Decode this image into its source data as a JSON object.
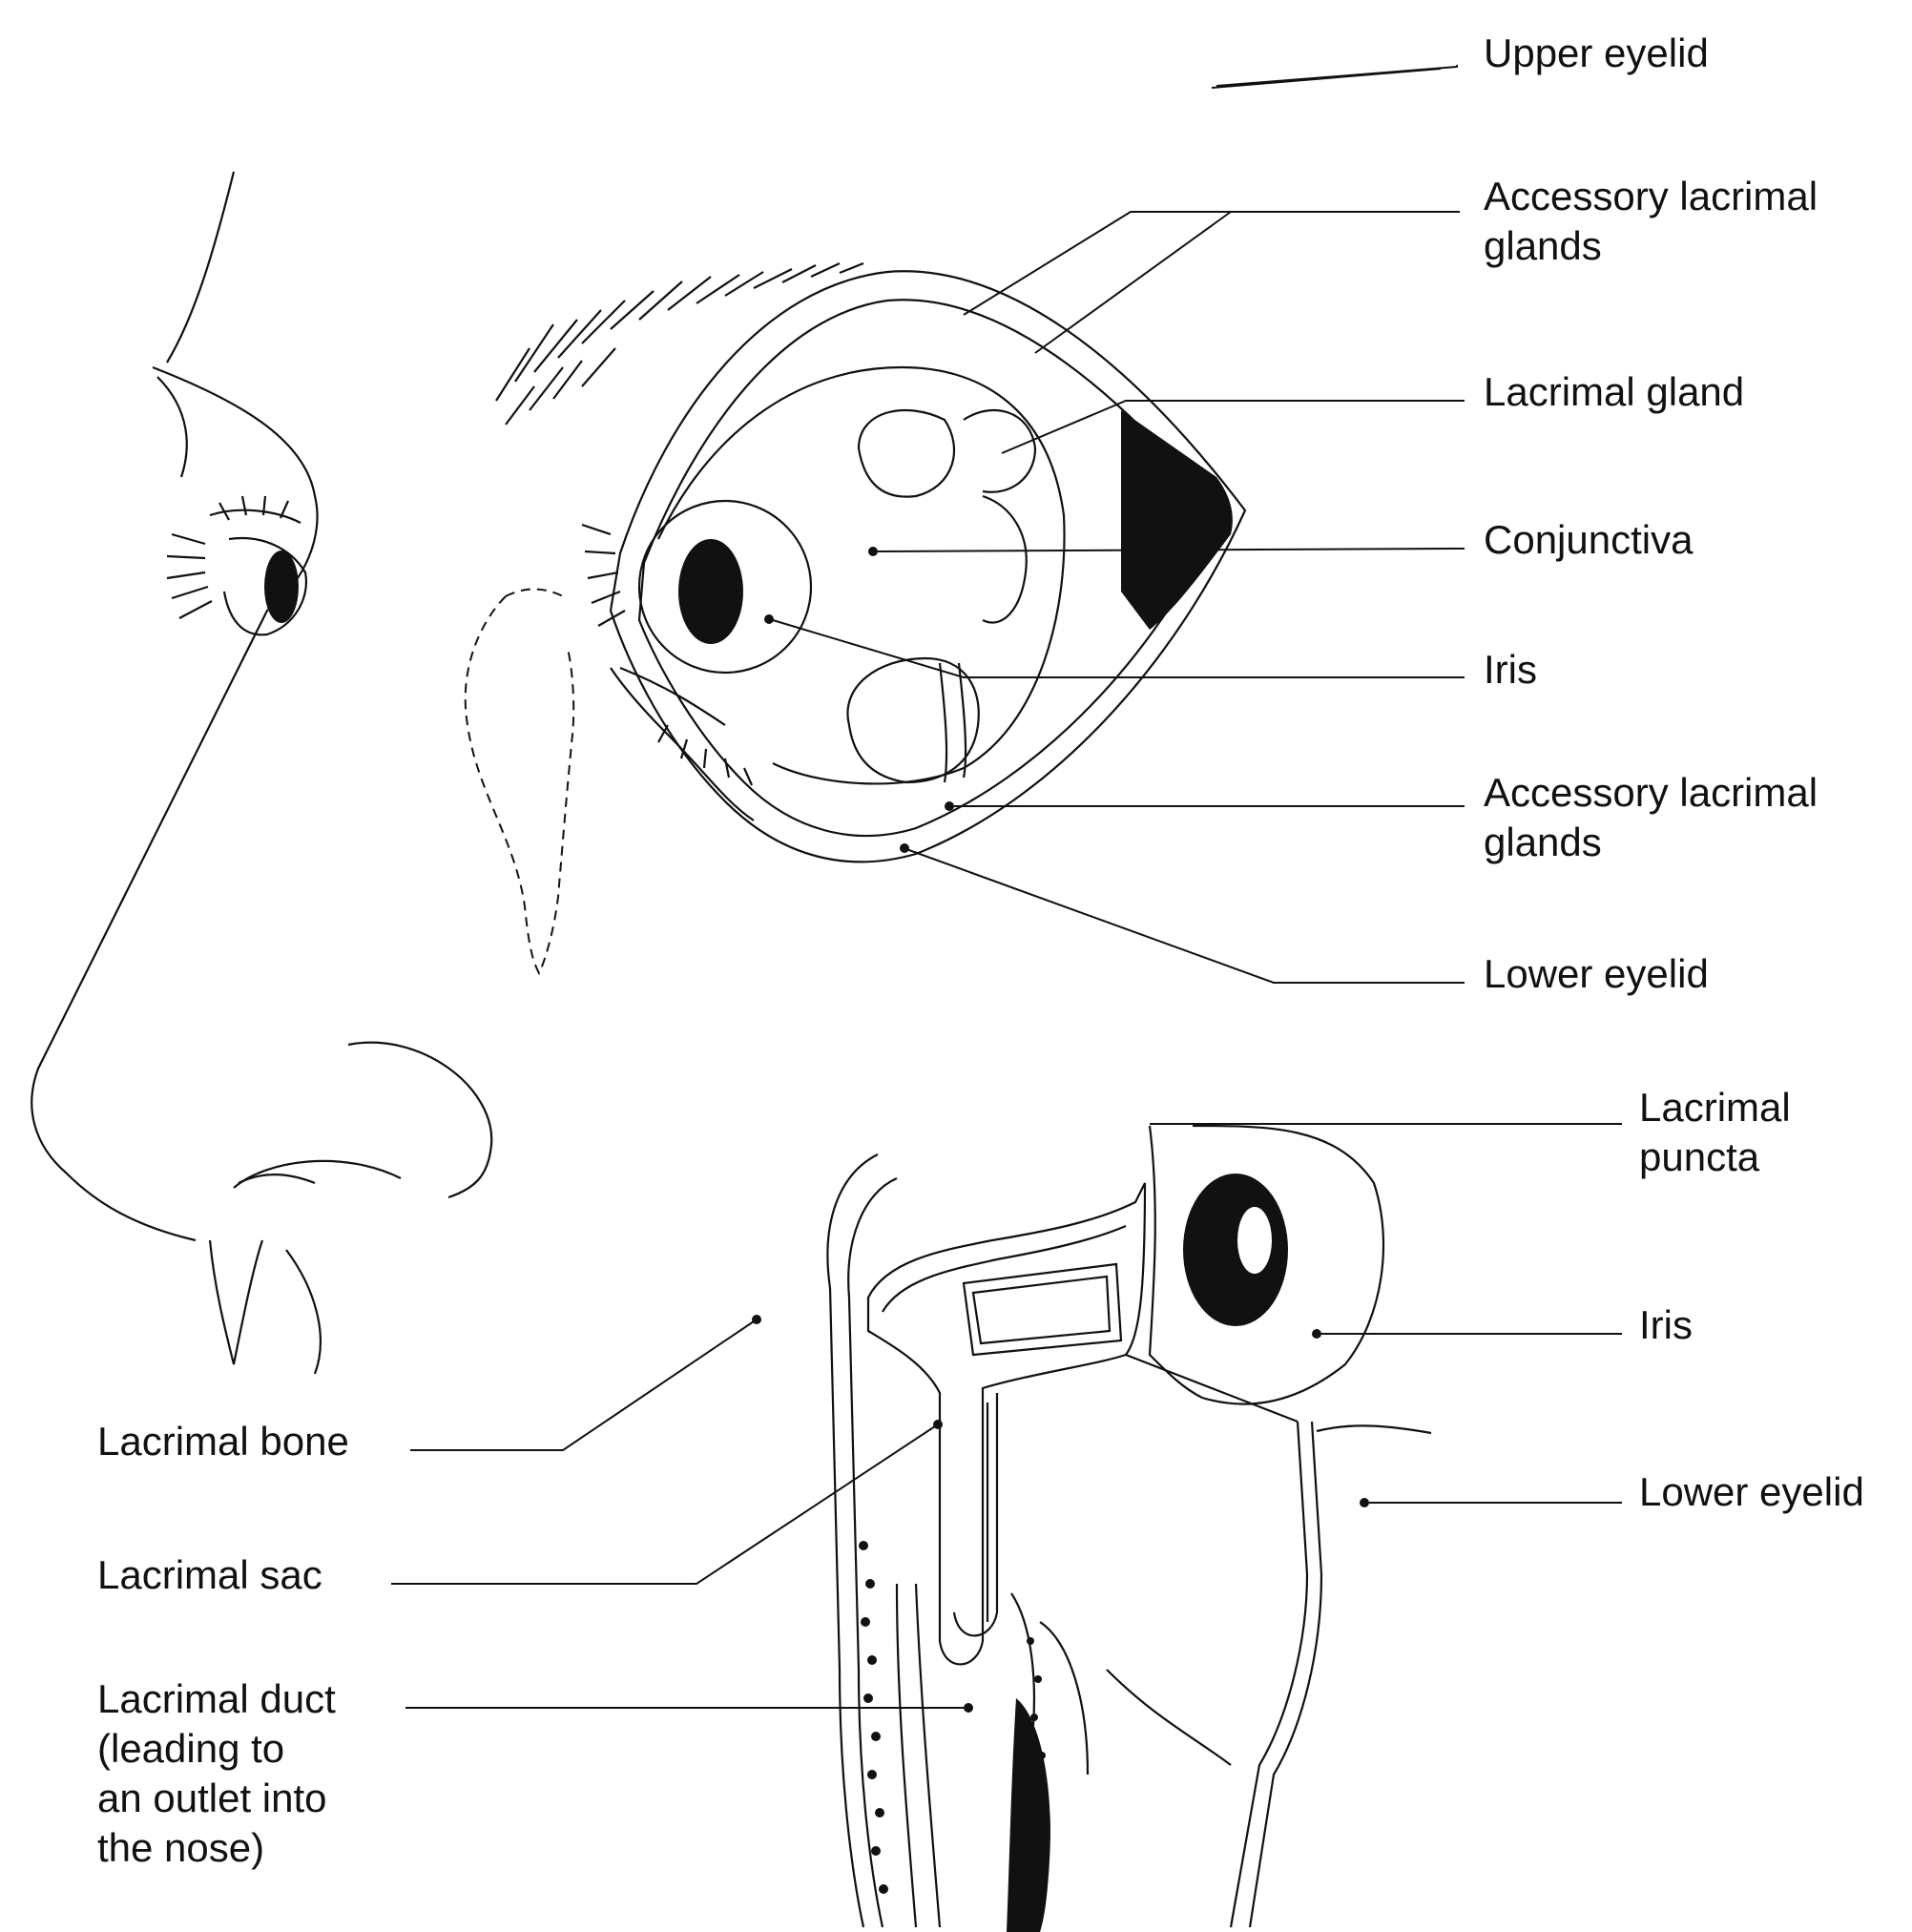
{
  "labels": {
    "upper_eyelid": "Upper eyelid",
    "accessory_glands_upper": [
      "Accessory lacrimal",
      "glands"
    ],
    "lacrimal_gland": "Lacrimal gland",
    "conjunctiva": "Conjunctiva",
    "iris_top": "Iris",
    "accessory_glands_lower": [
      "Accessory lacrimal",
      "glands"
    ],
    "lower_eyelid_top": "Lower eyelid",
    "lacrimal_puncta": [
      "Lacrimal",
      "puncta"
    ],
    "iris_bottom": "Iris",
    "lower_eyelid_bottom": "Lower eyelid",
    "lacrimal_bone": "Lacrimal bone",
    "lacrimal_sac": "Lacrimal sac",
    "lacrimal_duct": [
      "Lacrimal duct",
      "(leading to",
      "an outlet into",
      "the nose)"
    ]
  },
  "colors": {
    "ink": "#111111",
    "paper": "#ffffff"
  }
}
